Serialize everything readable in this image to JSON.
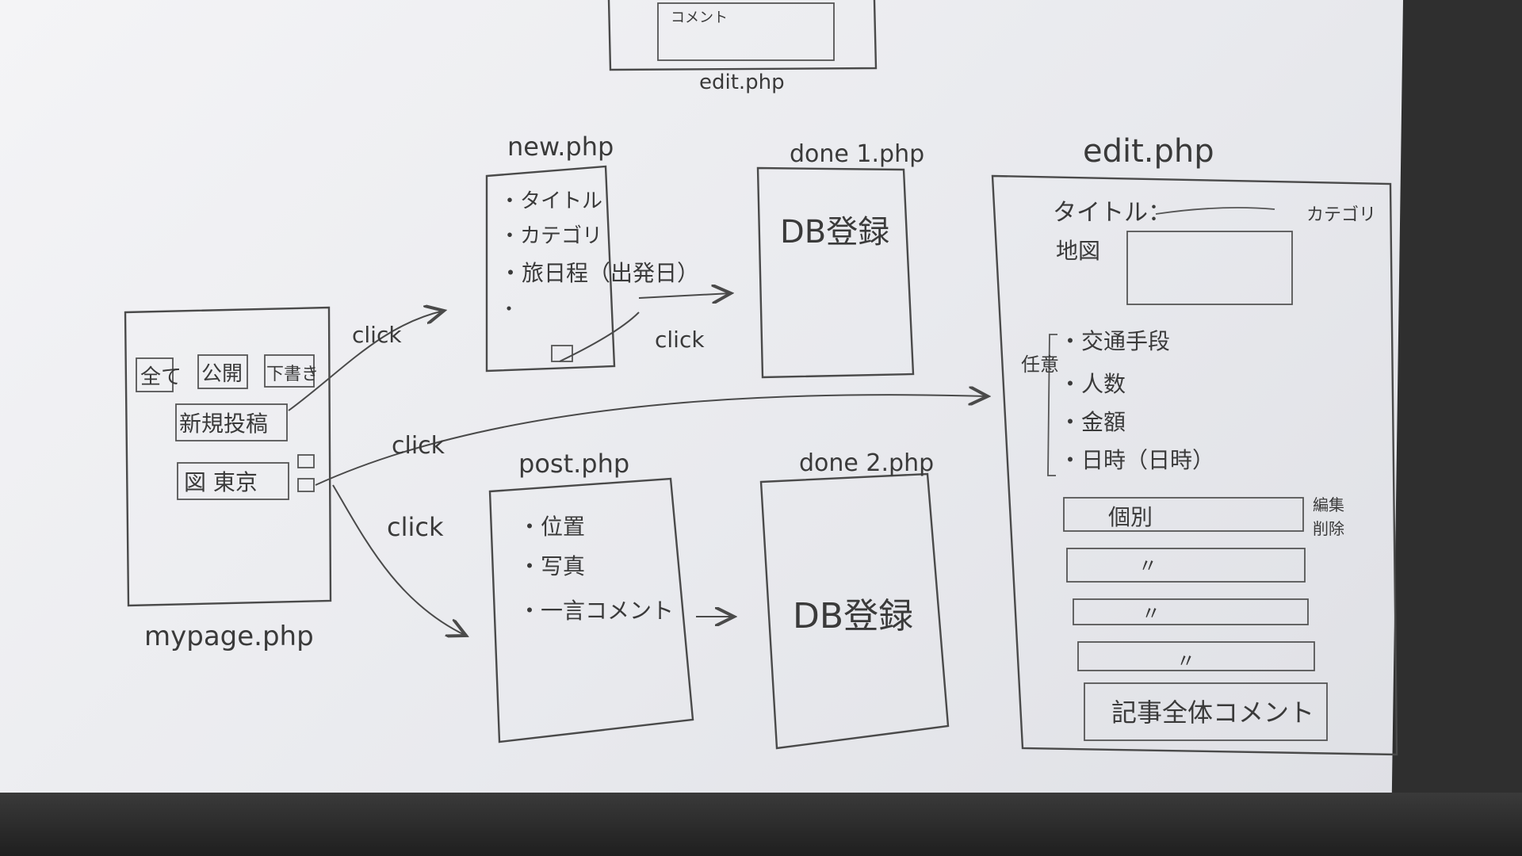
{
  "top_partial": {
    "field_label": "コメント",
    "page_label": "edit.php"
  },
  "mypage": {
    "page_label": "mypage.php",
    "tabs": [
      "全て",
      "公開",
      "下書き"
    ],
    "new_post_button": "新規投稿",
    "post_item_label": "図 東京"
  },
  "new_page": {
    "page_label": "new.php",
    "fields": [
      "・タイトル",
      "・カテゴリ",
      "・旅日程（出発日）",
      "・"
    ]
  },
  "done1": {
    "page_label": "done 1.php",
    "content": "DB登録"
  },
  "post_page": {
    "page_label": "post.php",
    "fields": [
      "・位置",
      "・写真",
      "・一言コメント"
    ]
  },
  "done2": {
    "page_label": "done 2.php",
    "content": "DB登録"
  },
  "edit_page": {
    "page_label": "edit.php",
    "title_label": "タイトル：",
    "category_label": "カテゴリ",
    "map_label": "地図",
    "optional_label": "任意",
    "optional_fields": [
      "・交通手段",
      "・人数",
      "・金額",
      "・日時（日時）"
    ],
    "entries": [
      "個別",
      "〃",
      "〃",
      "〃"
    ],
    "edit_label": "編集",
    "delete_label": "削除",
    "overall_comment_button": "記事全体コメント"
  },
  "arrows": {
    "click_1": "click",
    "click_2": "click",
    "click_3": "click",
    "click_4": "click"
  }
}
